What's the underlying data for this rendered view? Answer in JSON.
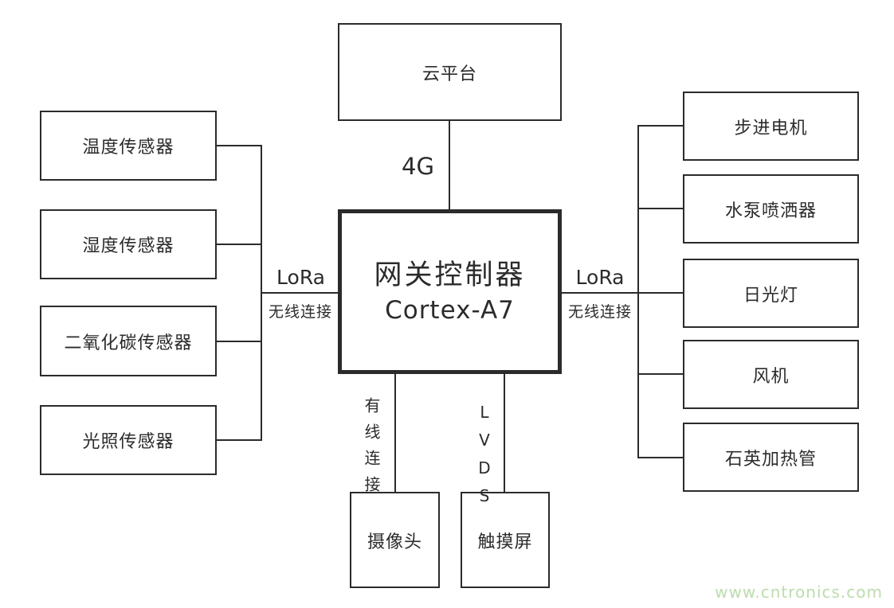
{
  "diagram": {
    "cloud": {
      "label": "云平台"
    },
    "gateway": {
      "title": "网关控制器",
      "subtitle": "Cortex-A7"
    },
    "links": {
      "cloud_link": "4G",
      "left_protocol": "LoRa",
      "left_mode": "无线连接",
      "right_protocol": "LoRa",
      "right_mode": "无线连接",
      "camera_link": "有线连接",
      "display_link": "LVDS"
    },
    "sensors": [
      {
        "label": "温度传感器"
      },
      {
        "label": "湿度传感器"
      },
      {
        "label": "二氧化碳传感器"
      },
      {
        "label": "光照传感器"
      }
    ],
    "actuators": [
      {
        "label": "步进电机"
      },
      {
        "label": "水泵喷洒器"
      },
      {
        "label": "日光灯"
      },
      {
        "label": "风机"
      },
      {
        "label": "石英加热管"
      }
    ],
    "peripherals": [
      {
        "label": "摄像头"
      },
      {
        "label": "触摸屏"
      }
    ],
    "watermark": "www.cntronics.com"
  },
  "colors": {
    "line": "#2b2b2b",
    "watermark": "#bcdcae",
    "background": "#ffffff"
  }
}
